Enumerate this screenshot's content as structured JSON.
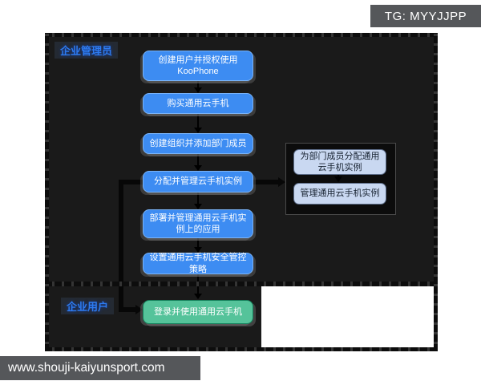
{
  "watermarks": {
    "top_right": "TG: MYYJJPP",
    "bottom_left": "www.shouji-kaiyunsport.com"
  },
  "diagram": {
    "lanes": {
      "admin": "企业管理员",
      "user": "企业用户"
    },
    "admin_steps": [
      "创建用户并授权使用KooPhone",
      "购买通用云手机",
      "创建组织并添加部门成员",
      "分配并管理云手机实例",
      "部署并管理通用云手机实例上的应用",
      "设置通用云手机安全管控策略"
    ],
    "dept_admin_substeps": [
      "为部门成员分配通用云手机实例",
      "管理通用云手机实例"
    ],
    "user_steps": [
      "登录并使用通用云手机"
    ],
    "colors": {
      "admin_step_fill": "#3d8cf2",
      "substep_fill": "#c9d8f1",
      "user_step_fill": "#55c39a",
      "lane_label_text": "#2d7bf0",
      "lane_background": "#1a1a1a",
      "watermark_background": "#55575a"
    }
  }
}
